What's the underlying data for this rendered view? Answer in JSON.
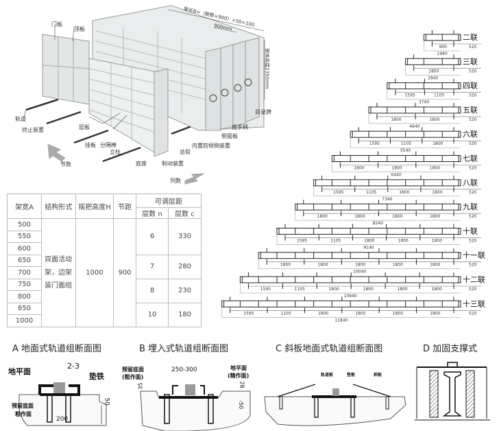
{
  "illustration": {
    "labels": {
      "door_panel": "门板",
      "top_panel": "顶板",
      "rail": "轨道",
      "stop_device": "终止装置",
      "shelf_board": "层板",
      "hang_board": "挂板",
      "divider_rod": "分隔棒",
      "column": "立柱",
      "base": "底座",
      "brake_device": "制动装置",
      "hinge": "总较",
      "anti_tip_device": "内置防倾倒装置",
      "side_panel": "侧面板",
      "crank_handle": "摇手柄",
      "catalog_card": "目录牌",
      "sections": "节数",
      "columns": "列数",
      "length_formula": "架长B=（联数×900）+50+100",
      "unit_depth": "900mm",
      "height": "架体高度2350mm"
    }
  },
  "spec_table": {
    "headers": {
      "width_a": "架宽A",
      "structure": "结构形式",
      "crank_height": "摇把高度H",
      "pitch": "节距",
      "adjustable": "可调层距",
      "layers_n": "层数 n",
      "layers_c": "层数 c"
    },
    "widths": [
      "500",
      "550",
      "600",
      "650",
      "700",
      "750",
      "800",
      "850",
      "1000"
    ],
    "structure": [
      "双面活动",
      "架，边架",
      "装门面组"
    ],
    "crank_height": "1000",
    "pitch": "900",
    "layer_groups": [
      {
        "n": "6",
        "c": "330"
      },
      {
        "n": "7",
        "c": "280"
      },
      {
        "n": "8",
        "c": "230"
      },
      {
        "n": "10",
        "c": "180"
      }
    ]
  },
  "layouts": [
    {
      "label": "二联",
      "units": 2,
      "dims": [
        "900"
      ],
      "total": "1940",
      "end": "520"
    },
    {
      "label": "三联",
      "units": 3,
      "dims": [
        "1800"
      ],
      "total": "2840",
      "end": "520"
    },
    {
      "label": "四联",
      "units": 4,
      "dims": [
        "1595",
        "1105"
      ],
      "total": "3740",
      "end": "520"
    },
    {
      "label": "五联",
      "units": 5,
      "dims": [
        "1800",
        "1800"
      ],
      "total": "4640",
      "end": "520"
    },
    {
      "label": "六联",
      "units": 6,
      "dims": [
        "1595",
        "1105",
        "1800"
      ],
      "total": "5540",
      "end": "520"
    },
    {
      "label": "七联",
      "units": 7,
      "dims": [
        "1800",
        "1800",
        "1800"
      ],
      "total": "6440",
      "end": "520"
    },
    {
      "label": "八联",
      "units": 8,
      "dims": [
        "1595",
        "1105",
        "1800",
        "1800"
      ],
      "total": "7340",
      "end": "520"
    },
    {
      "label": "九联",
      "units": 9,
      "dims": [
        "1800",
        "1800",
        "1800",
        "1800"
      ],
      "total": "8240",
      "end": "520"
    },
    {
      "label": "十联",
      "units": 10,
      "dims": [
        "1595",
        "1105",
        "1800",
        "1800",
        "1800"
      ],
      "total": "9140",
      "end": "520"
    },
    {
      "label": "十一联",
      "units": 11,
      "dims": [
        "1800",
        "1800",
        "1800",
        "1800",
        "1800"
      ],
      "total": "10040",
      "end": "520"
    },
    {
      "label": "十二联",
      "units": 12,
      "dims": [
        "1595",
        "1105",
        "1800",
        "1800",
        "1800",
        "1800"
      ],
      "total": "10940",
      "end": "520"
    },
    {
      "label": "十三联",
      "units": 13,
      "dims": [
        "1595",
        "1105",
        "1800",
        "1800",
        "1800",
        "1800"
      ],
      "total": "11840",
      "end": "520"
    }
  ],
  "sections": {
    "a": {
      "title": "A 地面式轨道组断面图",
      "ground": "地平面",
      "gap": "2-3",
      "shim": "垫铁",
      "reserved": "预留底面",
      "rough": "粗作面",
      "width": "200",
      "depth": "50"
    },
    "b": {
      "title": "B 埋入式轨道组断面图",
      "reserved": "预留底面",
      "rough": "(粗作面)",
      "width": "250-300",
      "ground": "地平面",
      "fine": "(精作面)",
      "h1": "35",
      "h2": "28",
      "depth": "-50"
    },
    "c": {
      "title": "C 斜板地面式轨道组断面图",
      "rail_plate": "轨道板",
      "pad": "垫板",
      "slope": "斜板"
    },
    "d": {
      "title": "D 加固支撑式"
    }
  }
}
